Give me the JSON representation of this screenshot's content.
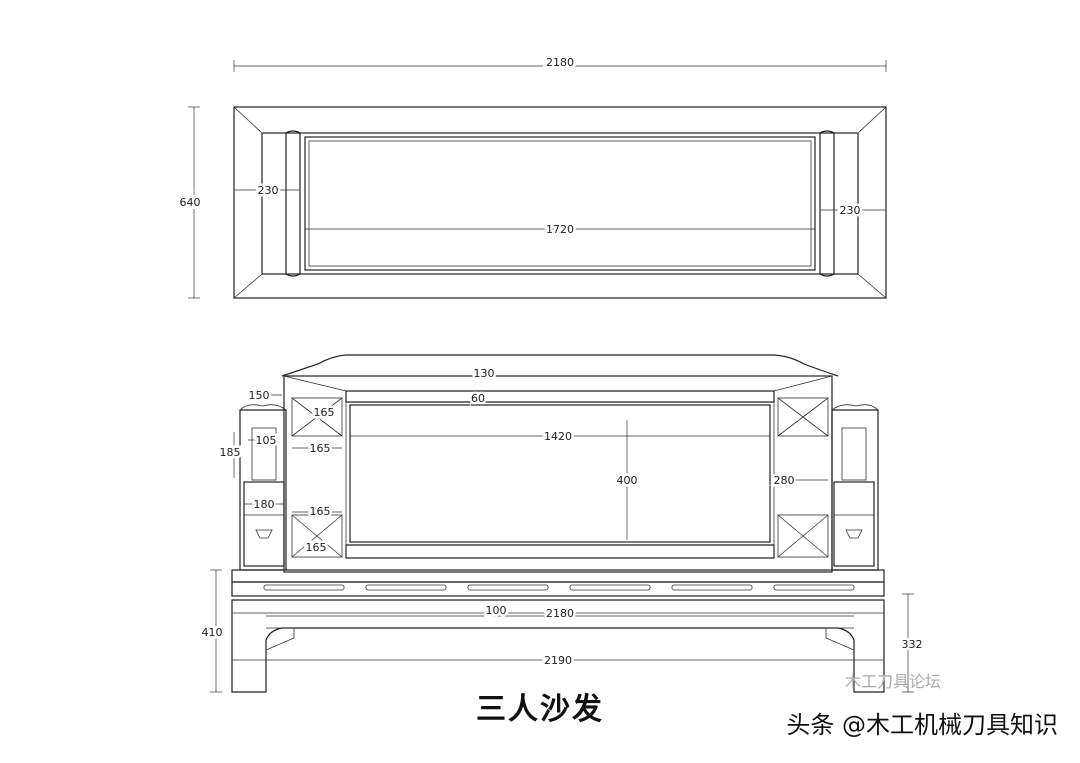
{
  "caption": "三人沙发",
  "watermark": "头条 @木工机械刀具知识",
  "watermark_faint": "木工刀具论坛",
  "plan_view": {
    "overall_width": "2180",
    "depth": "640",
    "arm_left": "230",
    "arm_right": "230",
    "inner_length": "1720"
  },
  "front_view": {
    "top_width": "130",
    "top_rail": "60",
    "side_post_top": "150",
    "post_offset_upper": "165",
    "post_offset_lower": "165",
    "side_width_upper": "105",
    "side_height": "185",
    "panel_width": "1420",
    "panel_height": "400",
    "arm_width": "280",
    "drawer_width": "180",
    "corner_upper": "165",
    "corner_lower": "165",
    "seat_rail": "100",
    "seat_width": "2180",
    "base_width": "2190",
    "total_height": "410",
    "seat_height": "332"
  }
}
